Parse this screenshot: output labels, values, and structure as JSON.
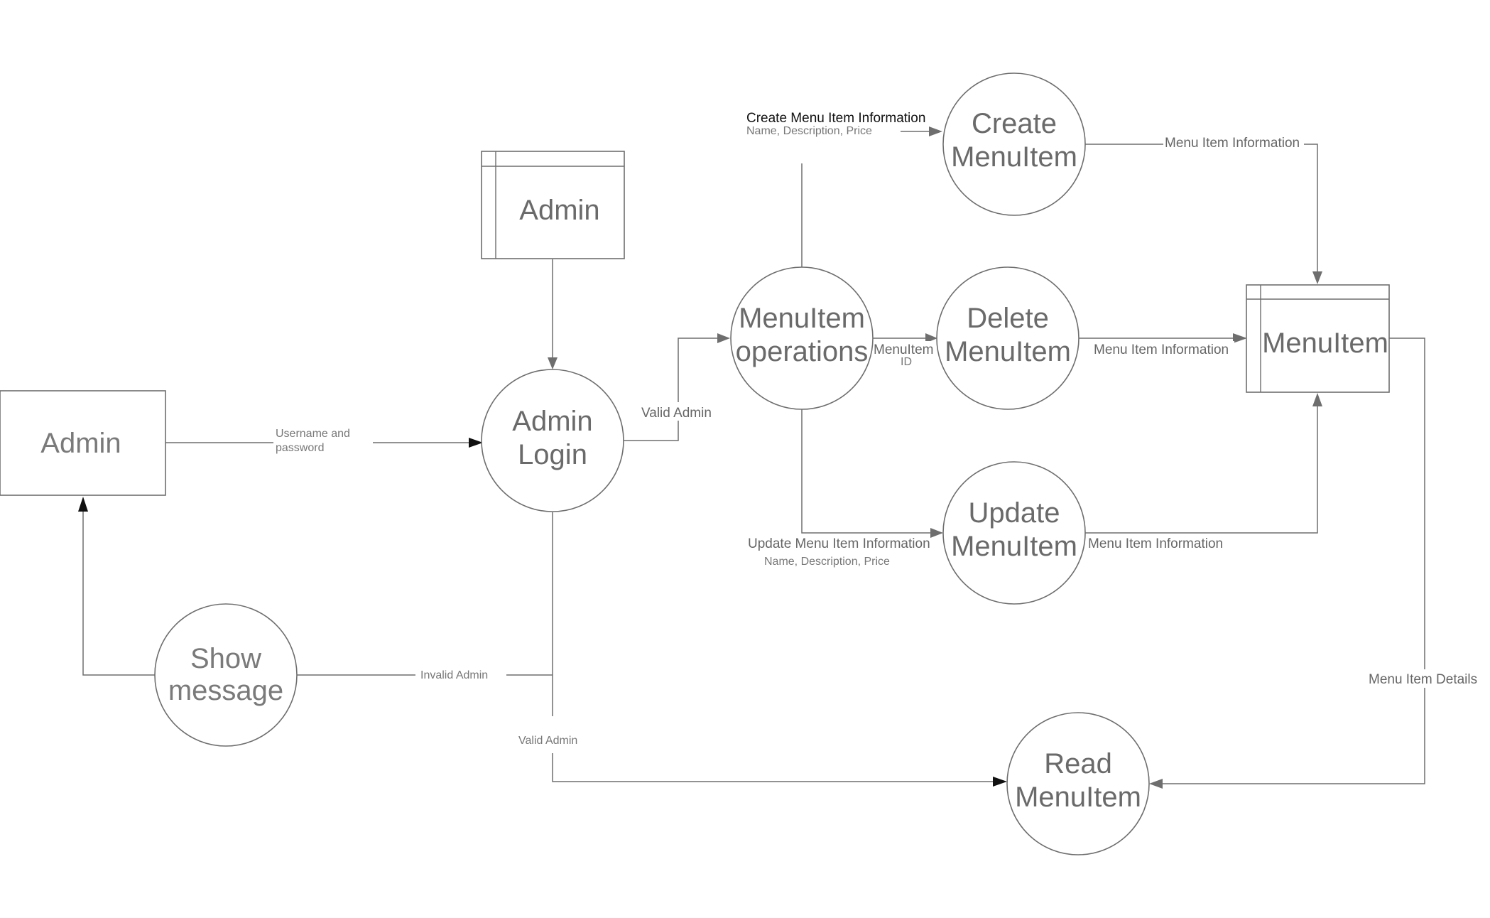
{
  "nodes": {
    "admin_entity": {
      "label": "Admin"
    },
    "admin_store": {
      "label": "Admin"
    },
    "admin_login": {
      "line1": "Admin",
      "line2": "Login"
    },
    "show_message": {
      "line1": "Show",
      "line2": "message"
    },
    "menuitem_operations": {
      "line1": "MenuItem",
      "line2": "operations"
    },
    "create_menuitem": {
      "line1": "Create",
      "line2": "MenuItem"
    },
    "delete_menuitem": {
      "line1": "Delete",
      "line2": "MenuItem"
    },
    "update_menuitem": {
      "line1": "Update",
      "line2": "MenuItem"
    },
    "read_menuitem": {
      "line1": "Read",
      "line2": "MenuItem"
    },
    "menuitem_store": {
      "label": "MenuItem"
    }
  },
  "edges": {
    "credentials": {
      "line1": "Username and",
      "line2": "password"
    },
    "valid_admin_ops": {
      "label": "Valid Admin"
    },
    "invalid_admin": {
      "label": "Invalid Admin"
    },
    "valid_admin_read": {
      "label": "Valid Admin"
    },
    "create_input": {
      "line1": "Create Menu Item Information",
      "line2": "Name, Description, Price"
    },
    "create_output": {
      "label": "Menu Item Information"
    },
    "delete_input": {
      "line1": "MenuItem",
      "line2": "ID"
    },
    "delete_output": {
      "label": "Menu Item Information"
    },
    "update_input": {
      "line1": "Update Menu Item Information",
      "line2": "Name, Description, Price"
    },
    "update_output": {
      "label": "Menu Item Information"
    },
    "read_input": {
      "label": "Menu Item Details"
    }
  }
}
